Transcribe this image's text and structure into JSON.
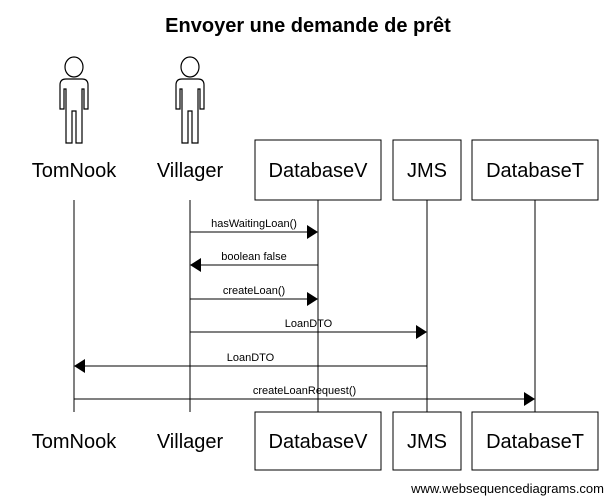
{
  "title": "Envoyer une demande de prêt",
  "footer": "www.websequencediagrams.com",
  "participants": [
    {
      "id": "tomnook",
      "label": "TomNook",
      "kind": "actor"
    },
    {
      "id": "villager",
      "label": "Villager",
      "kind": "actor"
    },
    {
      "id": "databasev",
      "label": "DatabaseV",
      "kind": "box"
    },
    {
      "id": "jms",
      "label": "JMS",
      "kind": "box"
    },
    {
      "id": "databaset",
      "label": "DatabaseT",
      "kind": "box"
    }
  ],
  "messages": [
    {
      "from": "villager",
      "to": "databasev",
      "label": "hasWaitingLoan()"
    },
    {
      "from": "databasev",
      "to": "villager",
      "label": "boolean false"
    },
    {
      "from": "villager",
      "to": "databasev",
      "label": "createLoan()"
    },
    {
      "from": "villager",
      "to": "jms",
      "label": "LoanDTO"
    },
    {
      "from": "jms",
      "to": "tomnook",
      "label": "LoanDTO"
    },
    {
      "from": "tomnook",
      "to": "databaset",
      "label": "createLoanRequest()"
    }
  ]
}
